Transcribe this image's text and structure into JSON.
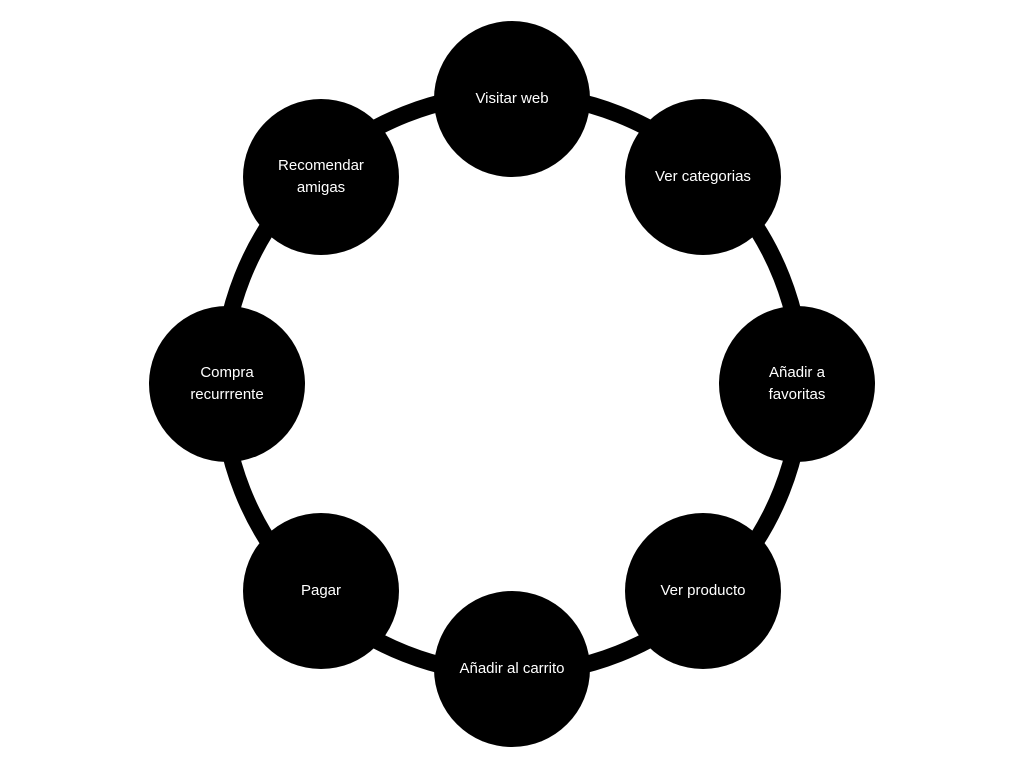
{
  "colors": {
    "background": "#ffffff",
    "node_fill": "#000000",
    "node_text": "#ffffff",
    "ring_stroke": "#000000"
  },
  "steps": [
    {
      "label": "Visitar web"
    },
    {
      "label": "Ver categorias"
    },
    {
      "label": "Añadir a\nfavoritas"
    },
    {
      "label": "Ver producto"
    },
    {
      "label": "Añadir al carrito"
    },
    {
      "label": "Pagar"
    },
    {
      "label": "Compra\nrecurrrente"
    },
    {
      "label": "Recomendar\namigas"
    }
  ]
}
